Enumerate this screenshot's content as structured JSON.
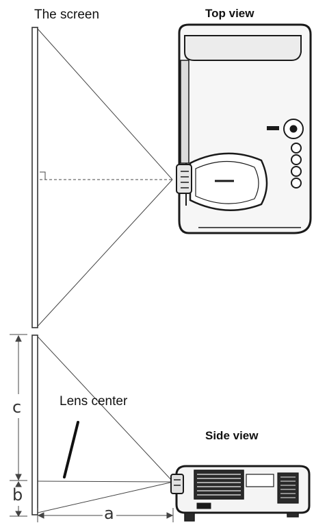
{
  "labels": {
    "screen": "The screen",
    "top_view": "Top view",
    "side_view": "Side view",
    "lens_center": "Lens center",
    "dim_a": "a",
    "dim_b": "b",
    "dim_c": "c"
  },
  "colors": {
    "ink": "#222222",
    "screen_edge": "#333333",
    "projector_body": "#f4f4f4",
    "projector_dark": "#1a1a1a"
  },
  "icons": [
    "projector-top-view-icon",
    "projector-side-view-icon"
  ]
}
